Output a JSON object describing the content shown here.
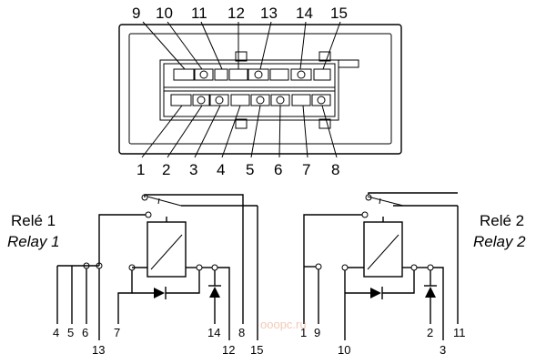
{
  "connector": {
    "top_pins": [
      "9",
      "10",
      "11",
      "12",
      "13",
      "14",
      "15"
    ],
    "bottom_pins": [
      "1",
      "2",
      "3",
      "4",
      "5",
      "6",
      "7",
      "8"
    ]
  },
  "relay1": {
    "title": "Relé 1",
    "subtitle": "Relay 1",
    "terminals": [
      "4",
      "5",
      "6",
      "13",
      "7",
      "14",
      "12",
      "8",
      "15"
    ]
  },
  "relay2": {
    "title": "Relé 2",
    "subtitle": "Relay 2",
    "terminals": [
      "1",
      "9",
      "10",
      "2",
      "3",
      "11"
    ]
  },
  "watermark": "ooopc.ru"
}
